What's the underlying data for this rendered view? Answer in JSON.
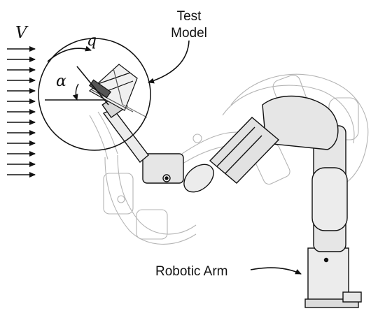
{
  "labels": {
    "flow_velocity": "V",
    "pitch_rate": "q",
    "angle_of_attack": "α",
    "test_model_line1": "Test",
    "test_model_line2": "Model",
    "robotic_arm": "Robotic Arm"
  },
  "colors": {
    "ink": "#111111",
    "ghost_ink": "#b4b4b4",
    "arm_fill": "#e6e6e6"
  },
  "icons": {
    "flow_arrows": "right-arrow",
    "rotation_arrow": "curved-arrow"
  }
}
